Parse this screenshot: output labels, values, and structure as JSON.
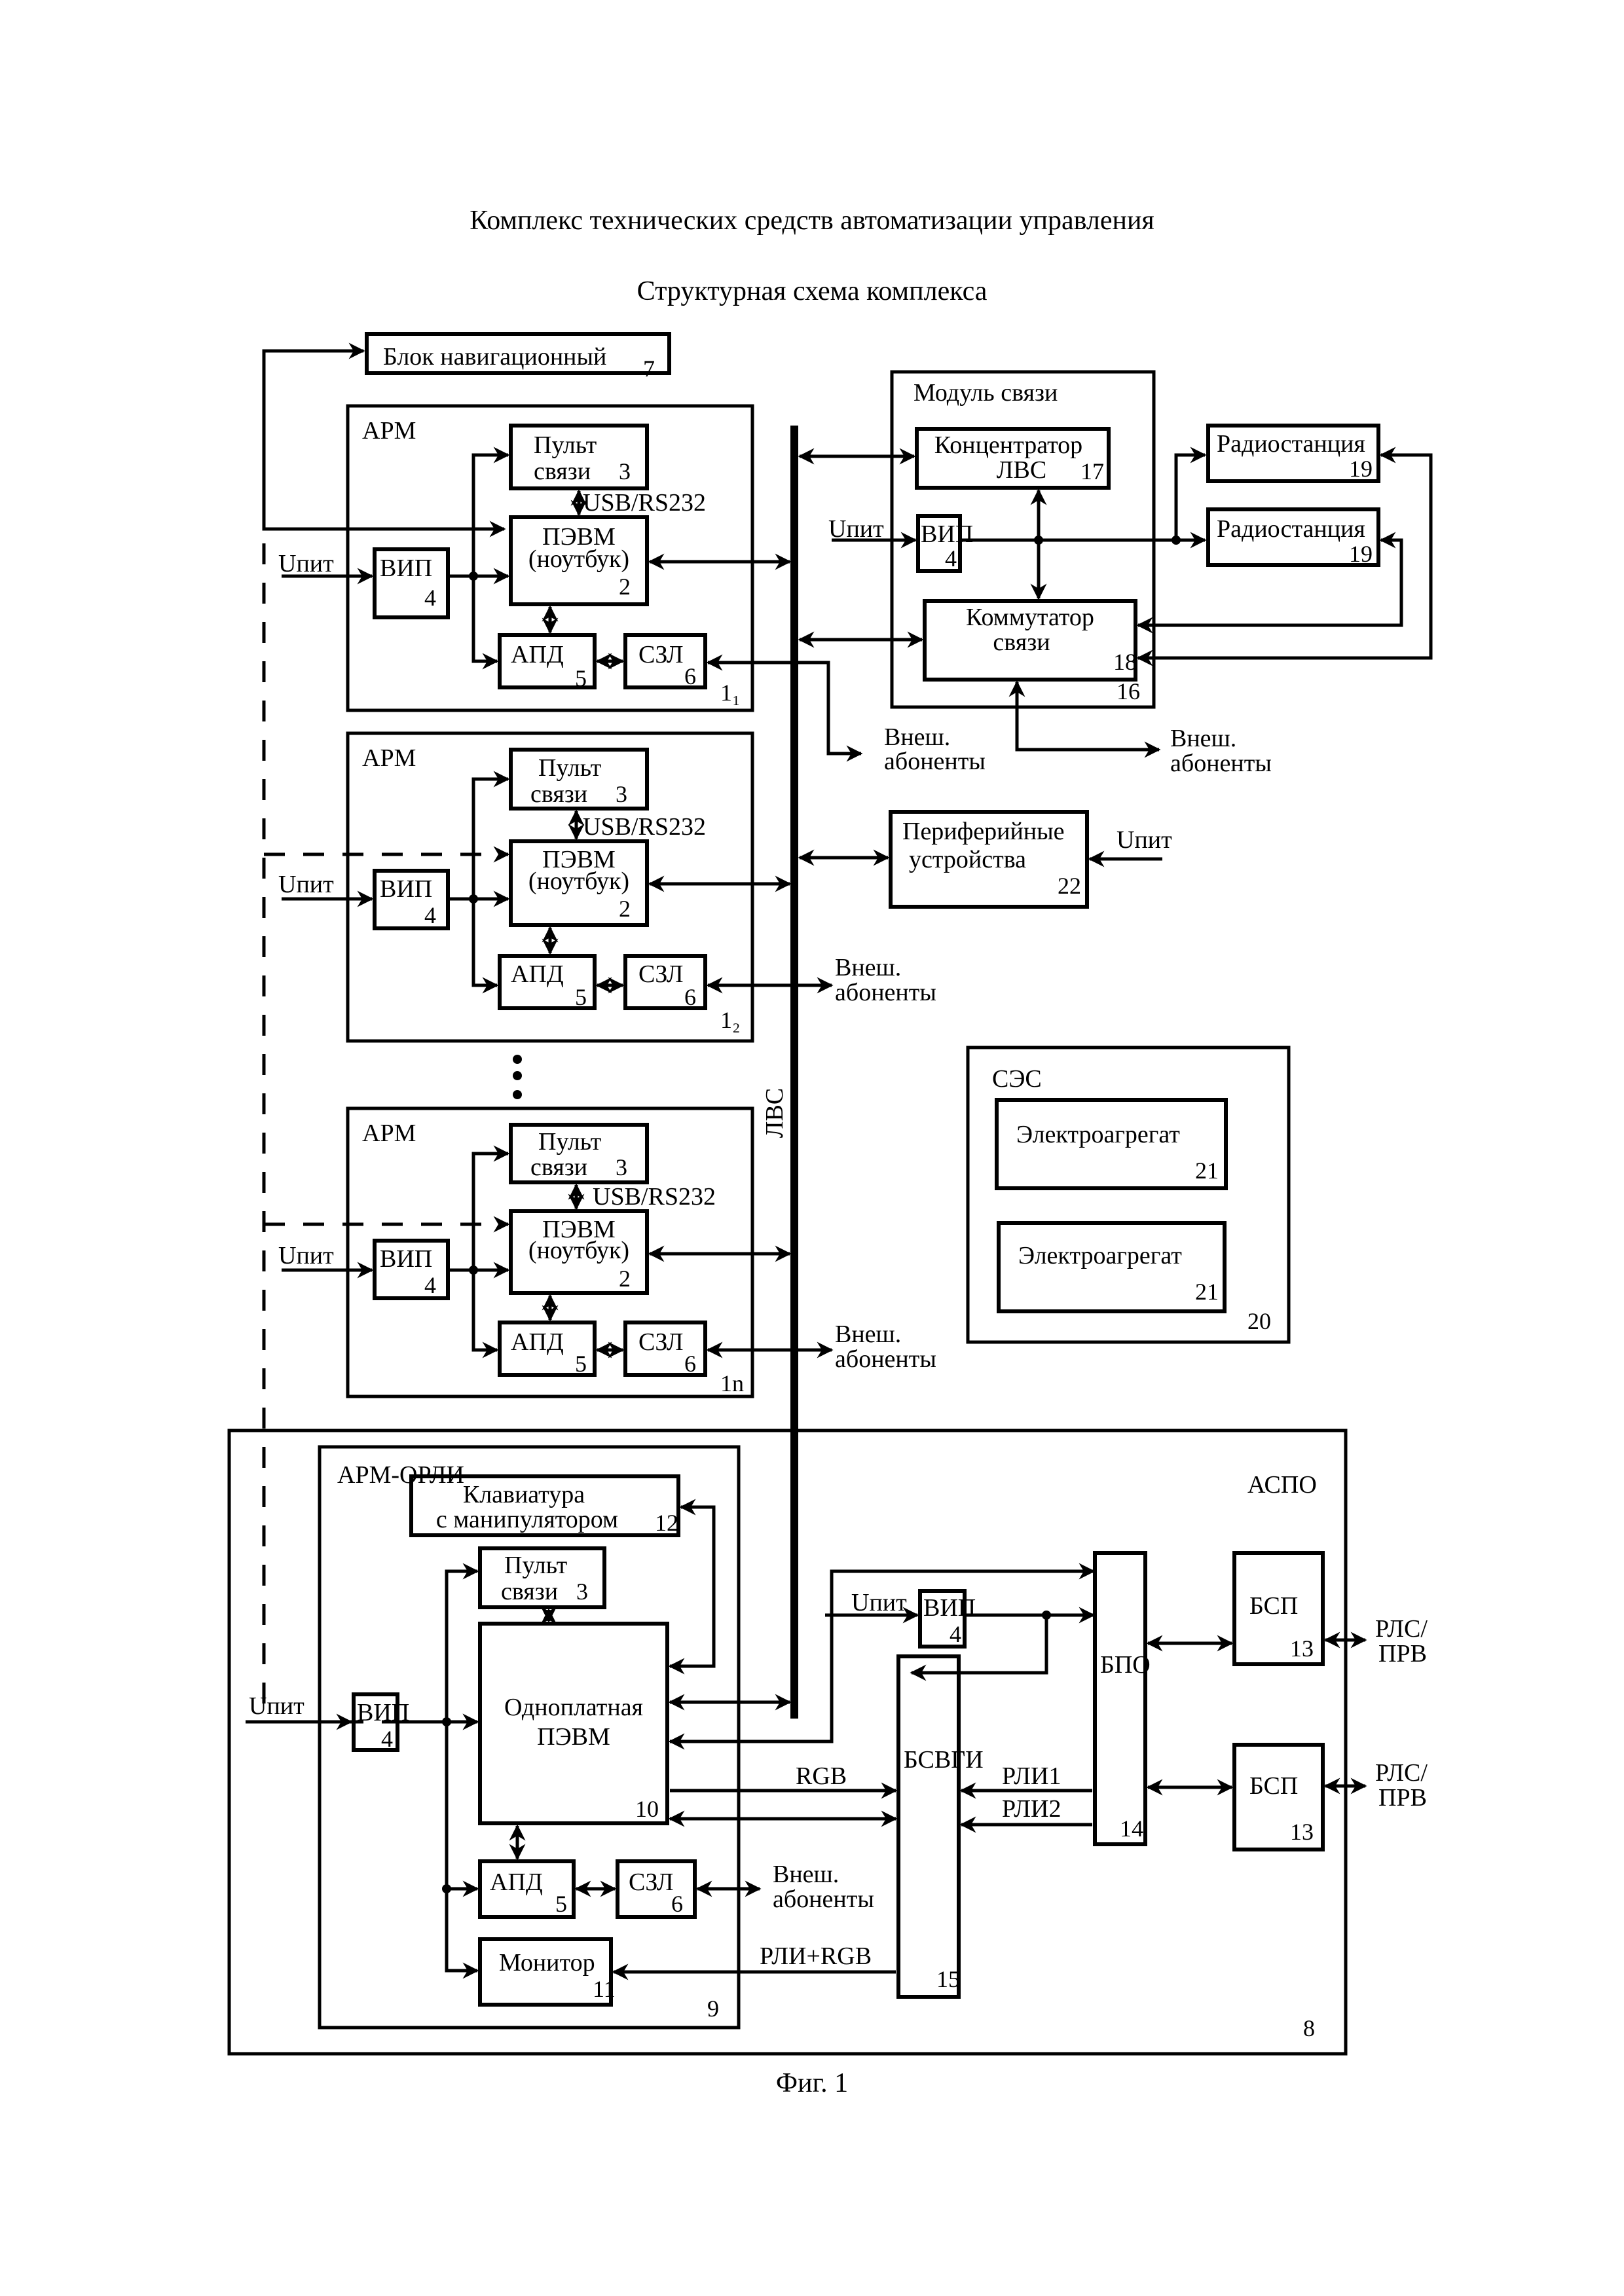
{
  "header": {
    "title": "Комплекс технических средств автоматизации управления",
    "subtitle": "Структурная схема комплекса"
  },
  "labels": {
    "nav_block": "Блок навигационный",
    "nav_block_num": "7",
    "arm": "АРМ",
    "pult_line1": "Пульт",
    "pult_line2": "связи",
    "pult_num": "3",
    "usb": "USB/RS232",
    "pc_line1": "ПЭВМ",
    "pc_line2": "(ноутбук)",
    "pc_num": "2",
    "vip": "ВИП",
    "vip_num": "4",
    "upit": "Uпит",
    "apd": "АПД",
    "apd_num": "5",
    "szl": "СЗЛ",
    "szl_num": "6",
    "arm1_num": "1₁",
    "arm2_num": "1₂",
    "armn_num": "1n",
    "ext_line1": "Внеш.",
    "ext_line2": "абоненты",
    "lan_bus": "ЛВС",
    "comm_module": "Модуль связи",
    "comm_module_num": "16",
    "hub_line1": "Концентратор",
    "hub_line2": "ЛВС",
    "hub_num": "17",
    "switch_line1": "Коммутатор",
    "switch_line2": "связи",
    "switch_num": "18",
    "radio": "Радиостанция",
    "radio_num": "19",
    "periph_line1": "Периферийные",
    "periph_line2": "устройства",
    "periph_num": "22",
    "ses": "СЭС",
    "ses_num": "20",
    "genset": "Электроагрегат",
    "genset_num": "21",
    "aspo": "АСПО",
    "aspo_num": "8",
    "arm_orli": "АРМ-ОРЛИ",
    "arm_orli_num": "9",
    "kbd_line1": "Клавиатура",
    "kbd_line2": "с манипулятором",
    "kbd_num": "12",
    "sbc_line1": "Одноплатная",
    "sbc_line2": "ПЭВМ",
    "sbc_num": "10",
    "monitor": "Монитор",
    "monitor_num": "11",
    "rgb": "RGB",
    "rli_rgb": "РЛИ+RGB",
    "bsvgi": "БСВГИ",
    "bsvgi_num": "15",
    "rli1": "РЛИ1",
    "rli2": "РЛИ2",
    "bpo": "БПО",
    "bpo_num": "14",
    "bsp": "БСП",
    "bsp_num": "13",
    "rls_line1": "РЛС/",
    "rls_line2": "ПРВ"
  },
  "caption": "Фиг. 1"
}
